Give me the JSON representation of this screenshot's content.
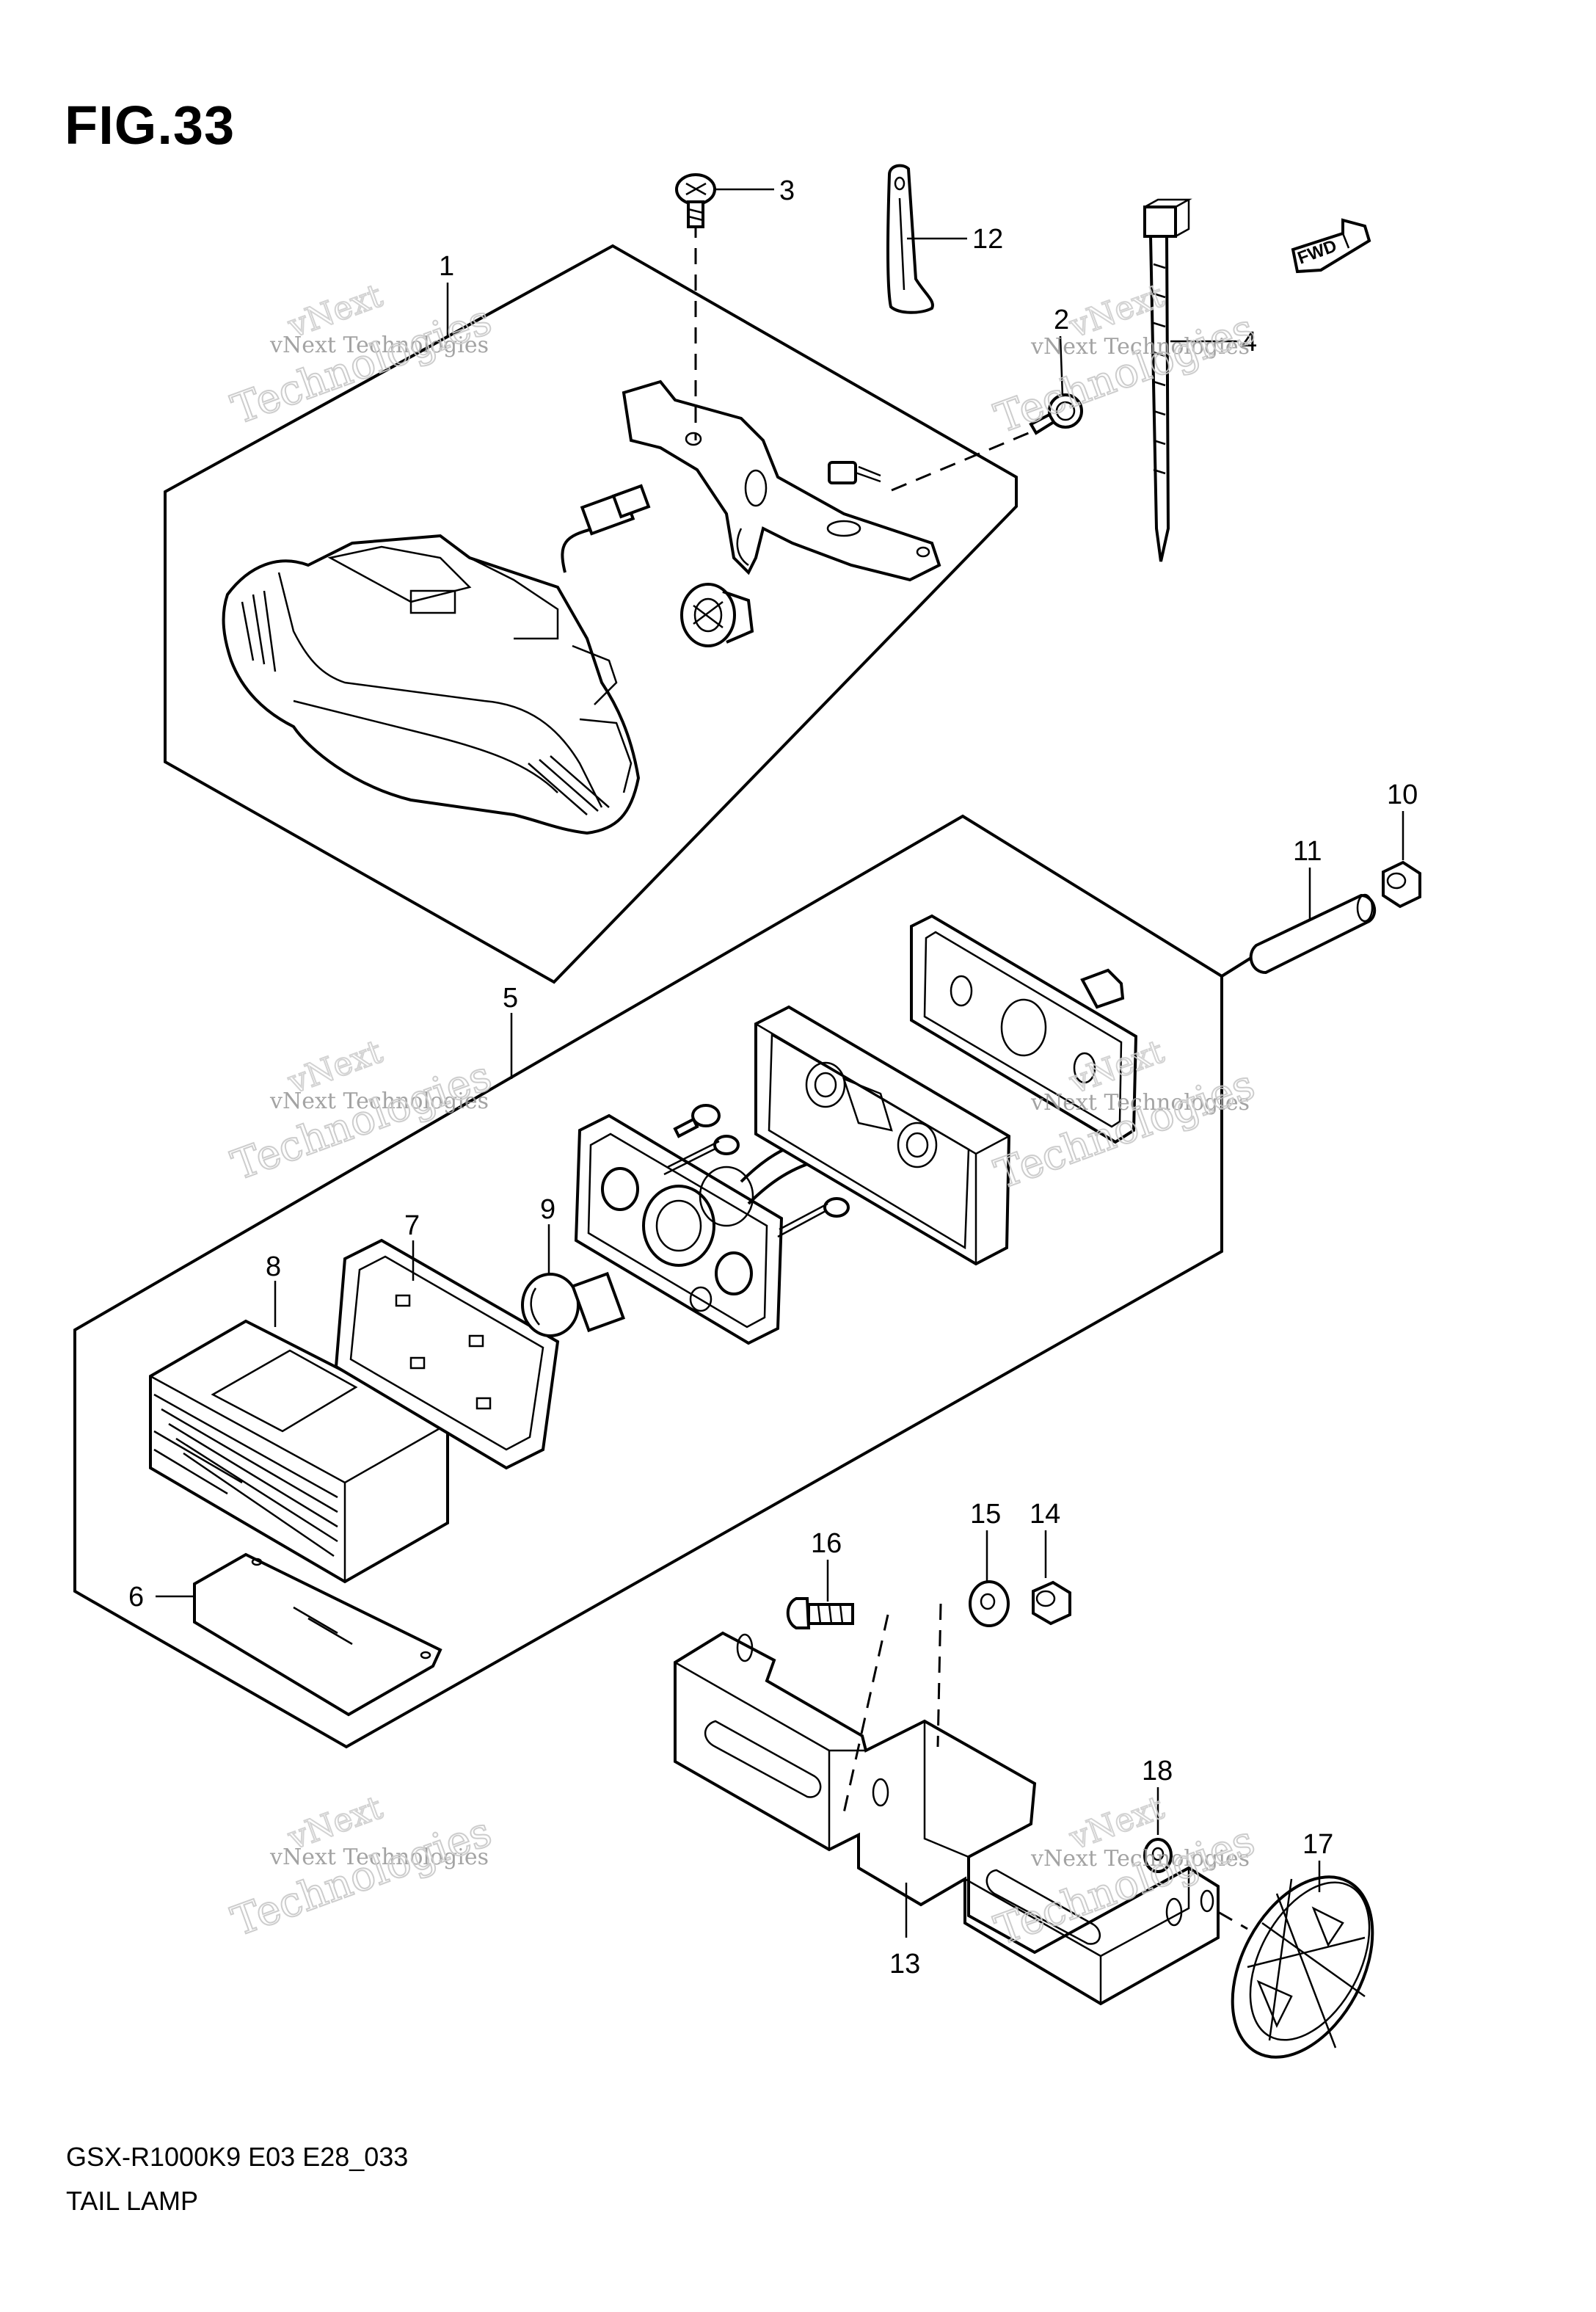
{
  "figure": {
    "title": "FIG.33",
    "model_code": "GSX-R1000K9 E03 E28_033",
    "section_name": "TAIL LAMP",
    "fwd_label": "FWD"
  },
  "callouts": [
    {
      "id": "c1",
      "label": "1"
    },
    {
      "id": "c2",
      "label": "2"
    },
    {
      "id": "c3",
      "label": "3"
    },
    {
      "id": "c4",
      "label": "4"
    },
    {
      "id": "c5",
      "label": "5"
    },
    {
      "id": "c6",
      "label": "6"
    },
    {
      "id": "c7",
      "label": "7"
    },
    {
      "id": "c8",
      "label": "8"
    },
    {
      "id": "c9",
      "label": "9"
    },
    {
      "id": "c10",
      "label": "10"
    },
    {
      "id": "c11",
      "label": "11"
    },
    {
      "id": "c12",
      "label": "12"
    },
    {
      "id": "c13",
      "label": "13"
    },
    {
      "id": "c14",
      "label": "14"
    },
    {
      "id": "c15",
      "label": "15"
    },
    {
      "id": "c16",
      "label": "16"
    },
    {
      "id": "c17",
      "label": "17"
    },
    {
      "id": "c18",
      "label": "18"
    }
  ],
  "watermark": {
    "line1": "vNext Technologies",
    "line2": "Technologies",
    "line3": "vNext"
  }
}
